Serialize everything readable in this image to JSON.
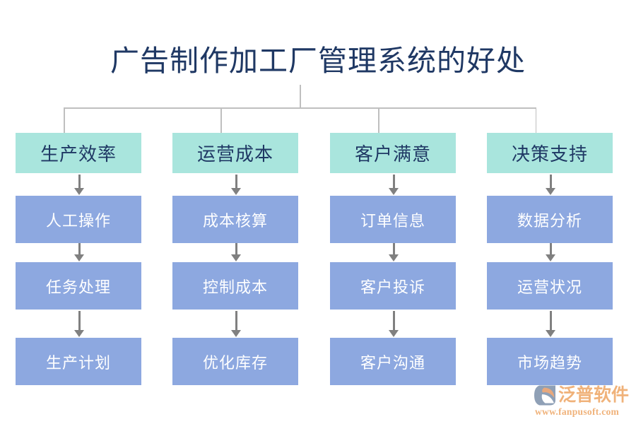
{
  "diagram": {
    "title": "广告制作加工厂管理系统的好处",
    "title_color": "#1f3864",
    "header_color": "#a9e5dd",
    "node_color": "#8da8e0",
    "connector_color": "#bfbfbf",
    "arrow_color": "#808080",
    "background_color": "#ffffff",
    "columns": [
      {
        "header": "生产效率",
        "nodes": [
          "人工操作",
          "任务处理",
          "生产计划"
        ]
      },
      {
        "header": "运营成本",
        "nodes": [
          "成本核算",
          "控制成本",
          "优化库存"
        ]
      },
      {
        "header": "客户满意",
        "nodes": [
          "订单信息",
          "客户投诉",
          "客户沟通"
        ]
      },
      {
        "header": "决策支持",
        "nodes": [
          "数据分析",
          "运营状况",
          "市场趋势"
        ]
      }
    ]
  },
  "logo": {
    "brand": "泛普软件",
    "url": "www.fanpusoft.com",
    "brand_color": "#f0b27a",
    "mark_color": "#8fa0b6",
    "mark_accent_color": "#e8a87c"
  }
}
